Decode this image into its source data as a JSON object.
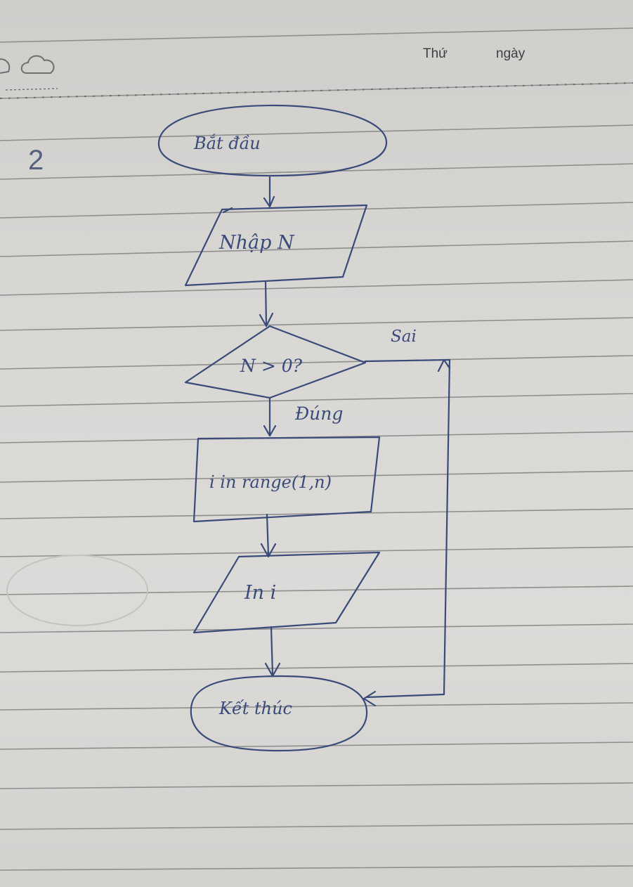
{
  "header": {
    "day_label": "Thứ",
    "date_label": "ngày"
  },
  "page_number": "2",
  "flowchart": {
    "start": "Bắt đầu",
    "input": "Nhập N",
    "decision": "N > 0?",
    "yes_label": "Đúng",
    "no_label": "Sai",
    "loop": "i in range(1,n)",
    "output": "In i",
    "end": "Kết thúc"
  },
  "colors": {
    "ink": "#3a4b7a",
    "paper": "#d8d7d4",
    "rule": "#8f8e8f",
    "print": "#3e3e44"
  },
  "icons": [
    "cloud-icon"
  ]
}
